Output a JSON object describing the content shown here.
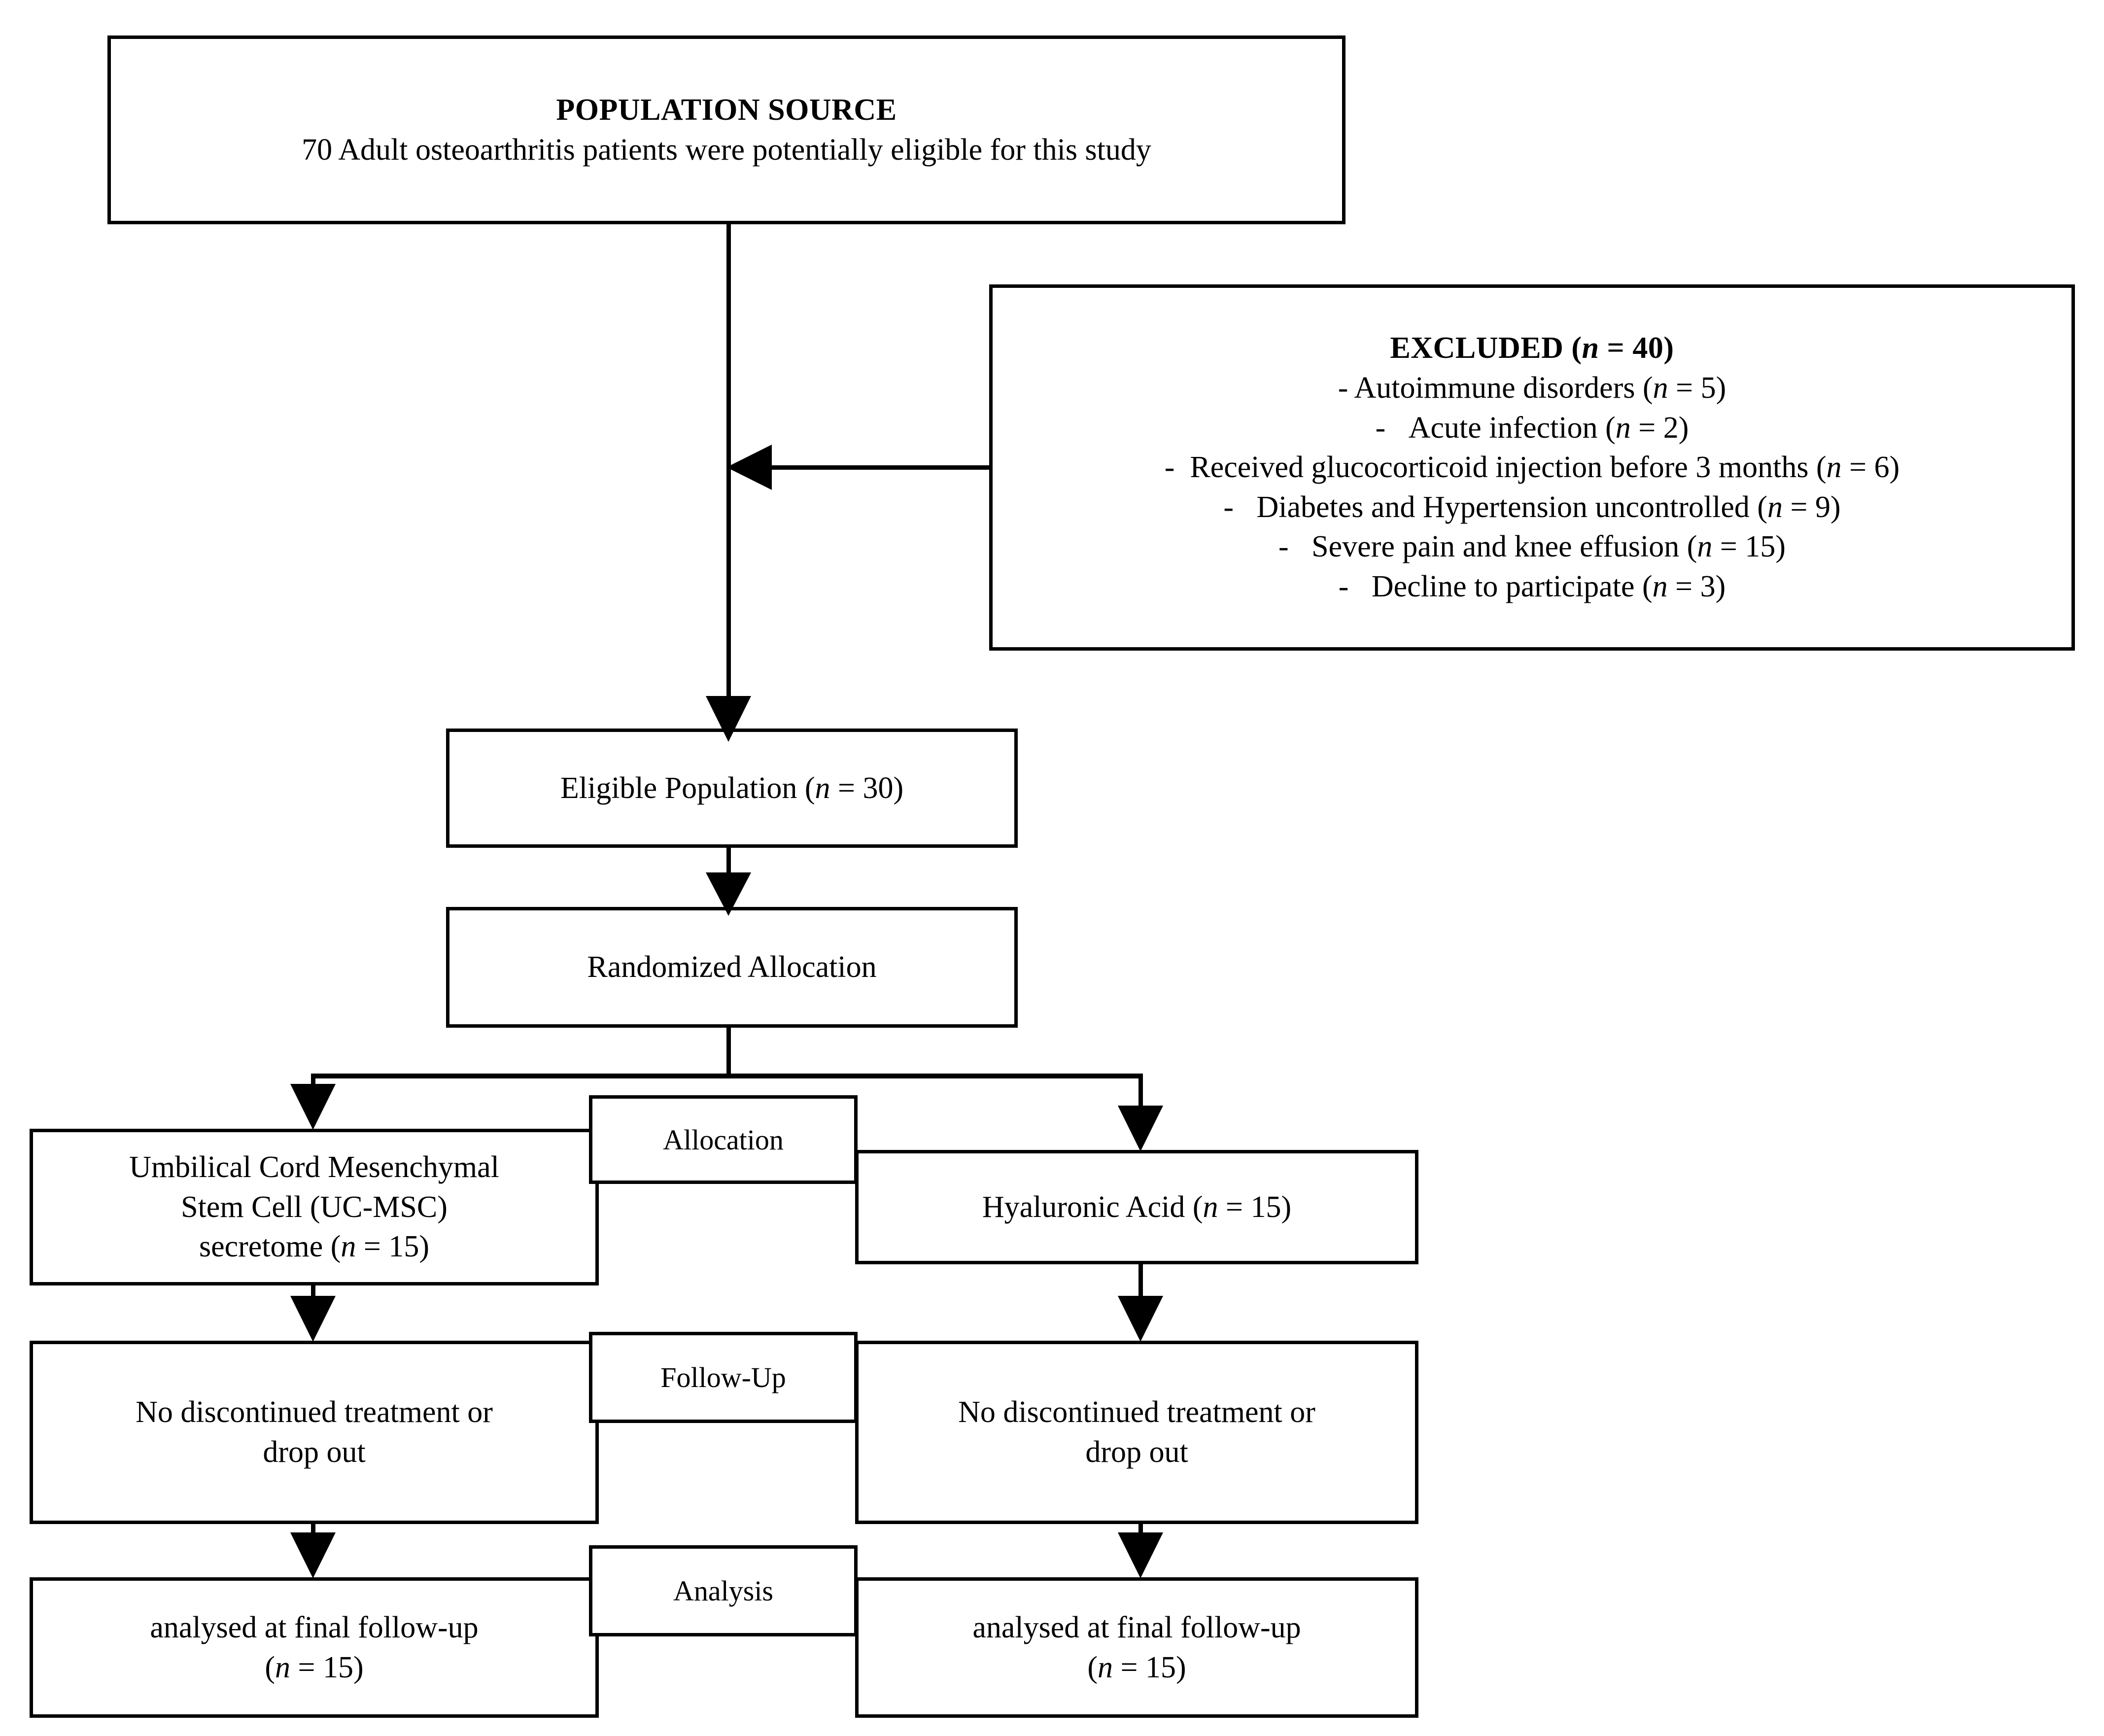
{
  "diagram": {
    "type": "consort-flow-diagram",
    "nodes": {
      "population_source": {
        "title": "POPULATION SOURCE",
        "line1": "70 Adult osteoarthritis patients were potentially eligible for this study",
        "count": 70
      },
      "excluded": {
        "title_text": "EXCLUDED (",
        "title_italic_n": "n",
        "title_eq": " = 40)",
        "title_full": "EXCLUDED (n = 40)",
        "total": 40,
        "reasons": [
          {
            "dash": "-",
            "text": "Autoimmune disorders (",
            "n_italic": "n",
            "n_val": " = 5)",
            "count": 5
          },
          {
            "dash": "-",
            "text": "Acute infection (",
            "n_italic": "n",
            "n_val": " = 2)",
            "count": 2
          },
          {
            "dash": "-",
            "text": "Received glucocorticoid injection before 3 months (",
            "n_italic": "n",
            "n_val": " = 6)",
            "count": 6
          },
          {
            "dash": "-",
            "text": "Diabetes and Hypertension uncontrolled (",
            "n_italic": "n",
            "n_val": " = 9)",
            "count": 9
          },
          {
            "dash": "-",
            "text": "Severe pain and knee effusion (",
            "n_italic": "n",
            "n_val": " = 15)",
            "count": 15
          },
          {
            "dash": "-",
            "text": "Decline to participate (",
            "n_italic": "n",
            "n_val": " = 3)",
            "count": 3
          }
        ]
      },
      "eligible": {
        "text": "Eligible Population (",
        "n_italic": "n",
        "n_val": " = 30)",
        "full": "Eligible Population (n = 30)",
        "count": 30
      },
      "randomized": {
        "text": "Randomized Allocation"
      },
      "arm_left_alloc": {
        "line1": "Umbilical Cord Mesenchymal",
        "line2": "Stem Cell (UC-MSC)",
        "line3_text": "secretome (",
        "line3_n": "n",
        "line3_val": " = 15)",
        "count": 15
      },
      "arm_right_alloc": {
        "text": "Hyaluronic Acid (",
        "n_italic": "n",
        "n_val": " = 15)",
        "full": "Hyaluronic Acid (n = 15)",
        "count": 15
      },
      "arm_left_followup": {
        "line1": "No discontinued treatment or",
        "line2": "drop out"
      },
      "arm_right_followup": {
        "line1": "No discontinued treatment or",
        "line2": "drop out"
      },
      "arm_left_analysis": {
        "line1": "analysed at final follow-up",
        "line2_open": "(",
        "line2_n": "n",
        "line2_val": " = 15)",
        "count": 15
      },
      "arm_right_analysis": {
        "line1": "analysed at final follow-up",
        "line2_open": "(",
        "line2_n": "n",
        "line2_val": " = 15)",
        "count": 15
      }
    },
    "stage_labels": {
      "allocation": "Allocation",
      "followup": "Follow-Up",
      "analysis": "Analysis"
    },
    "colors": {
      "stroke": "#000000",
      "fill": "#ffffff",
      "text": "#000000"
    }
  }
}
